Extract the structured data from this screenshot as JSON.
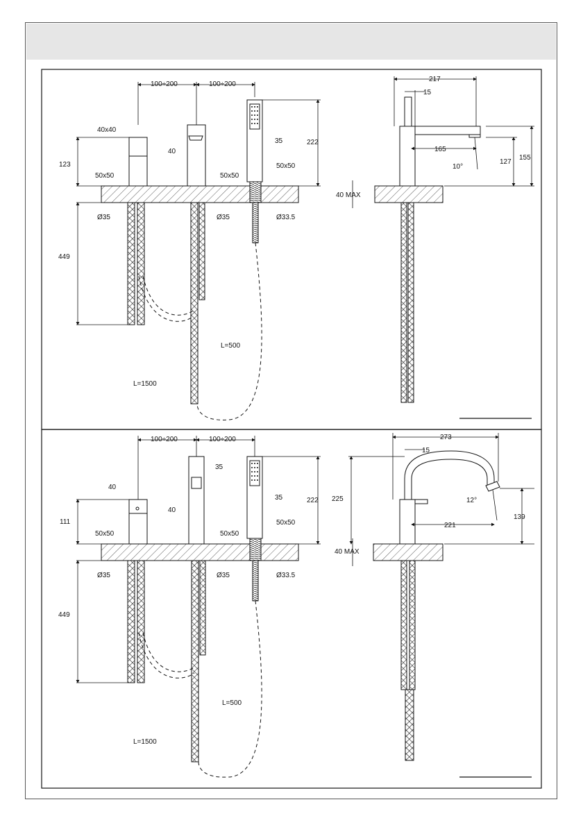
{
  "panel_top": {
    "dims": {
      "spacing_left": "100÷200",
      "spacing_right": "100÷200",
      "body_width_left": "40x40",
      "spout_width": "40",
      "shower_width": "35",
      "shower_height": "222",
      "handle_height": "123",
      "base_left": "50x50",
      "base_mid": "50x50",
      "base_right": "50x50",
      "dia_left": "Ø35",
      "dia_mid": "Ø35",
      "dia_right": "Ø33.5",
      "hose_depth": "449",
      "hose_short": "L=500",
      "hose_long": "L=1500",
      "side_overall": "217",
      "side_body": "15",
      "side_reach": "165",
      "side_angle": "10°",
      "side_outlet": "127",
      "side_height": "155",
      "deck_max": "40 MAX"
    }
  },
  "panel_bottom": {
    "dims": {
      "spacing_left": "100÷200",
      "spacing_right": "100÷200",
      "body_width_left": "40",
      "spout_top": "35",
      "spout_width": "40",
      "shower_width": "35",
      "shower_height": "222",
      "handle_height": "111",
      "base_left": "50x50",
      "base_mid": "50x50",
      "base_right": "50x50",
      "dia_left": "Ø35",
      "dia_mid": "Ø35",
      "dia_right": "Ø33.5",
      "hose_depth": "449",
      "hose_short": "L=500",
      "hose_long": "L=1500",
      "side_overall": "273",
      "side_body": "15",
      "side_height": "225",
      "side_angle": "12°",
      "side_reach": "221",
      "side_outlet": "139",
      "deck_max": "40 MAX"
    }
  }
}
